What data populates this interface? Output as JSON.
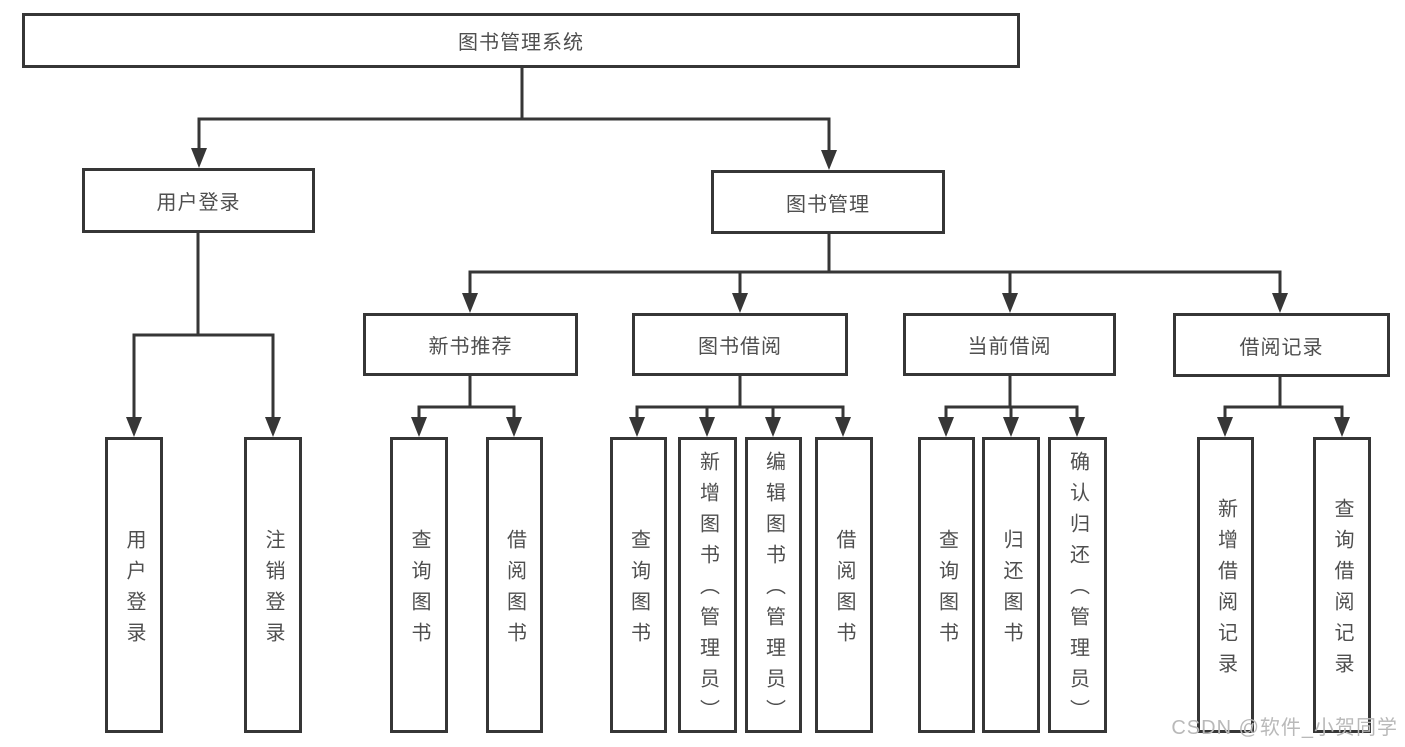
{
  "diagram": {
    "type": "hierarchy-tree",
    "title": "图书管理系统",
    "tree": {
      "label": "图书管理系统",
      "children": [
        {
          "label": "用户登录",
          "children": [
            {
              "label": "用户登录"
            },
            {
              "label": "注销登录"
            }
          ]
        },
        {
          "label": "图书管理",
          "children": [
            {
              "label": "新书推荐",
              "children": [
                {
                  "label": "查询图书"
                },
                {
                  "label": "借阅图书"
                }
              ]
            },
            {
              "label": "图书借阅",
              "children": [
                {
                  "label": "查询图书"
                },
                {
                  "label": "新增图书（管理员）"
                },
                {
                  "label": "编辑图书（管理员）"
                },
                {
                  "label": "借阅图书"
                }
              ]
            },
            {
              "label": "当前借阅",
              "children": [
                {
                  "label": "查询图书"
                },
                {
                  "label": "归还图书"
                },
                {
                  "label": "确认归还（管理员）"
                }
              ]
            },
            {
              "label": "借阅记录",
              "children": [
                {
                  "label": "新增借阅记录"
                },
                {
                  "label": "查询借阅记录"
                }
              ]
            }
          ]
        }
      ]
    },
    "watermark": "CSDN @软件_小贺同学",
    "colors": {
      "line": "#363636",
      "text": "#4f4f4f",
      "watermark": "#b9b9b9",
      "background": "#ffffff"
    }
  }
}
